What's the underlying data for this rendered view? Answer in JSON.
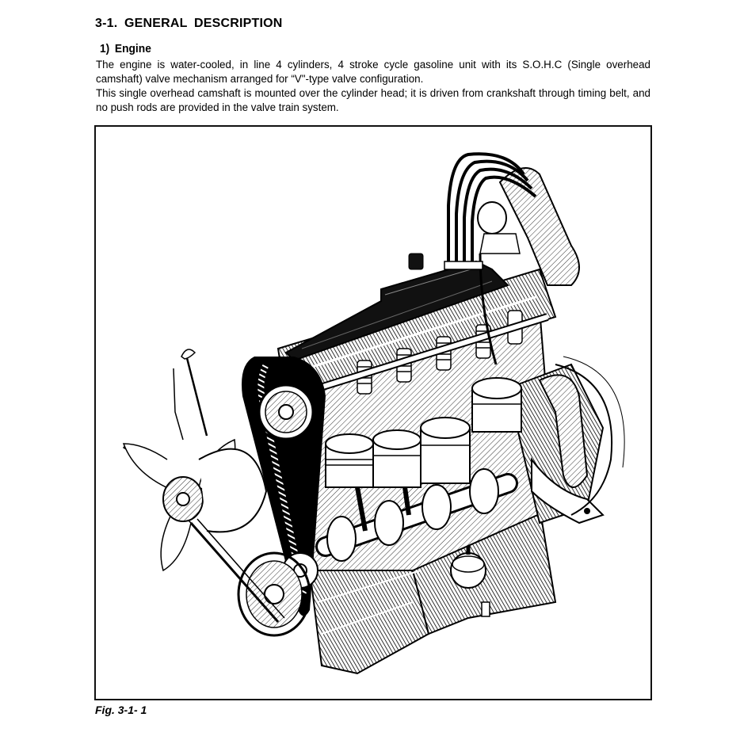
{
  "section": {
    "title": "3-1.  GENERAL  DESCRIPTION",
    "subsection": "1)  Engine"
  },
  "body": {
    "paragraphs": [
      "The engine is water-cooled, in line 4 cylinders, 4 stroke cycle gasoline unit with its S.O.H.C (Single overhead camshaft) valve mechanism arranged for “V\"-type valve configuration.",
      "This single overhead camshaft is mounted over the cylinder head; it is driven from crankshaft through timing belt, and no push rods are provided in the valve train system."
    ]
  },
  "figure": {
    "description": "Cutaway illustration of in-line 4-cylinder S.O.H.C gasoline engine showing cooling fan, timing belt, camshaft, valves, pistons, crankshaft, oil pan, distributor and spark plug wires",
    "caption": "Fig. 3-1- 1",
    "colors": {
      "ink": "#000000",
      "paper": "#ffffff",
      "border": "#111111"
    }
  }
}
